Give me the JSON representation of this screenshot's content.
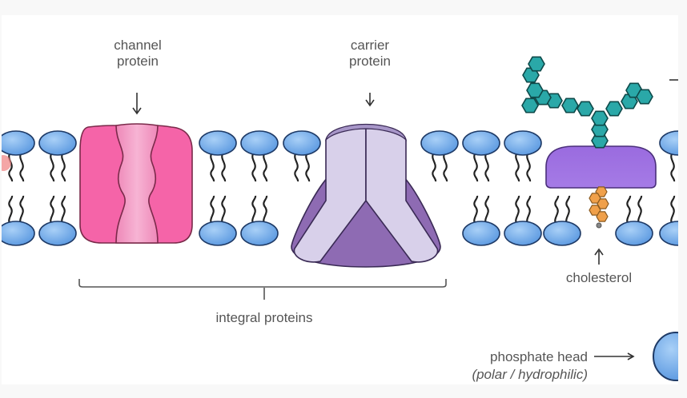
{
  "labels": {
    "channel_protein": [
      "channel",
      "protein"
    ],
    "carrier_protein": [
      "carrier",
      "protein"
    ],
    "integral_proteins": "integral proteins",
    "cholesterol": "cholesterol",
    "phosphate_head": "phosphate head",
    "phosphate_head_note": "(polar / hydrophilic)"
  },
  "colors": {
    "phospholipid_head": "#6aa6e8",
    "channel_protein": "#f564a8",
    "channel_pore": "#f29cc6",
    "carrier_protein": "#d8d0ea",
    "carrier_inner": "#8e6bb3",
    "glycoprotein": "#9b6ede",
    "carbohydrate_chain": "#2aa8a8",
    "cholesterol": "#f0a04a",
    "label_text": "#555555"
  },
  "components": [
    "phospholipid bilayer",
    "channel protein",
    "carrier protein",
    "glycoprotein",
    "carbohydrate chain",
    "cholesterol"
  ]
}
